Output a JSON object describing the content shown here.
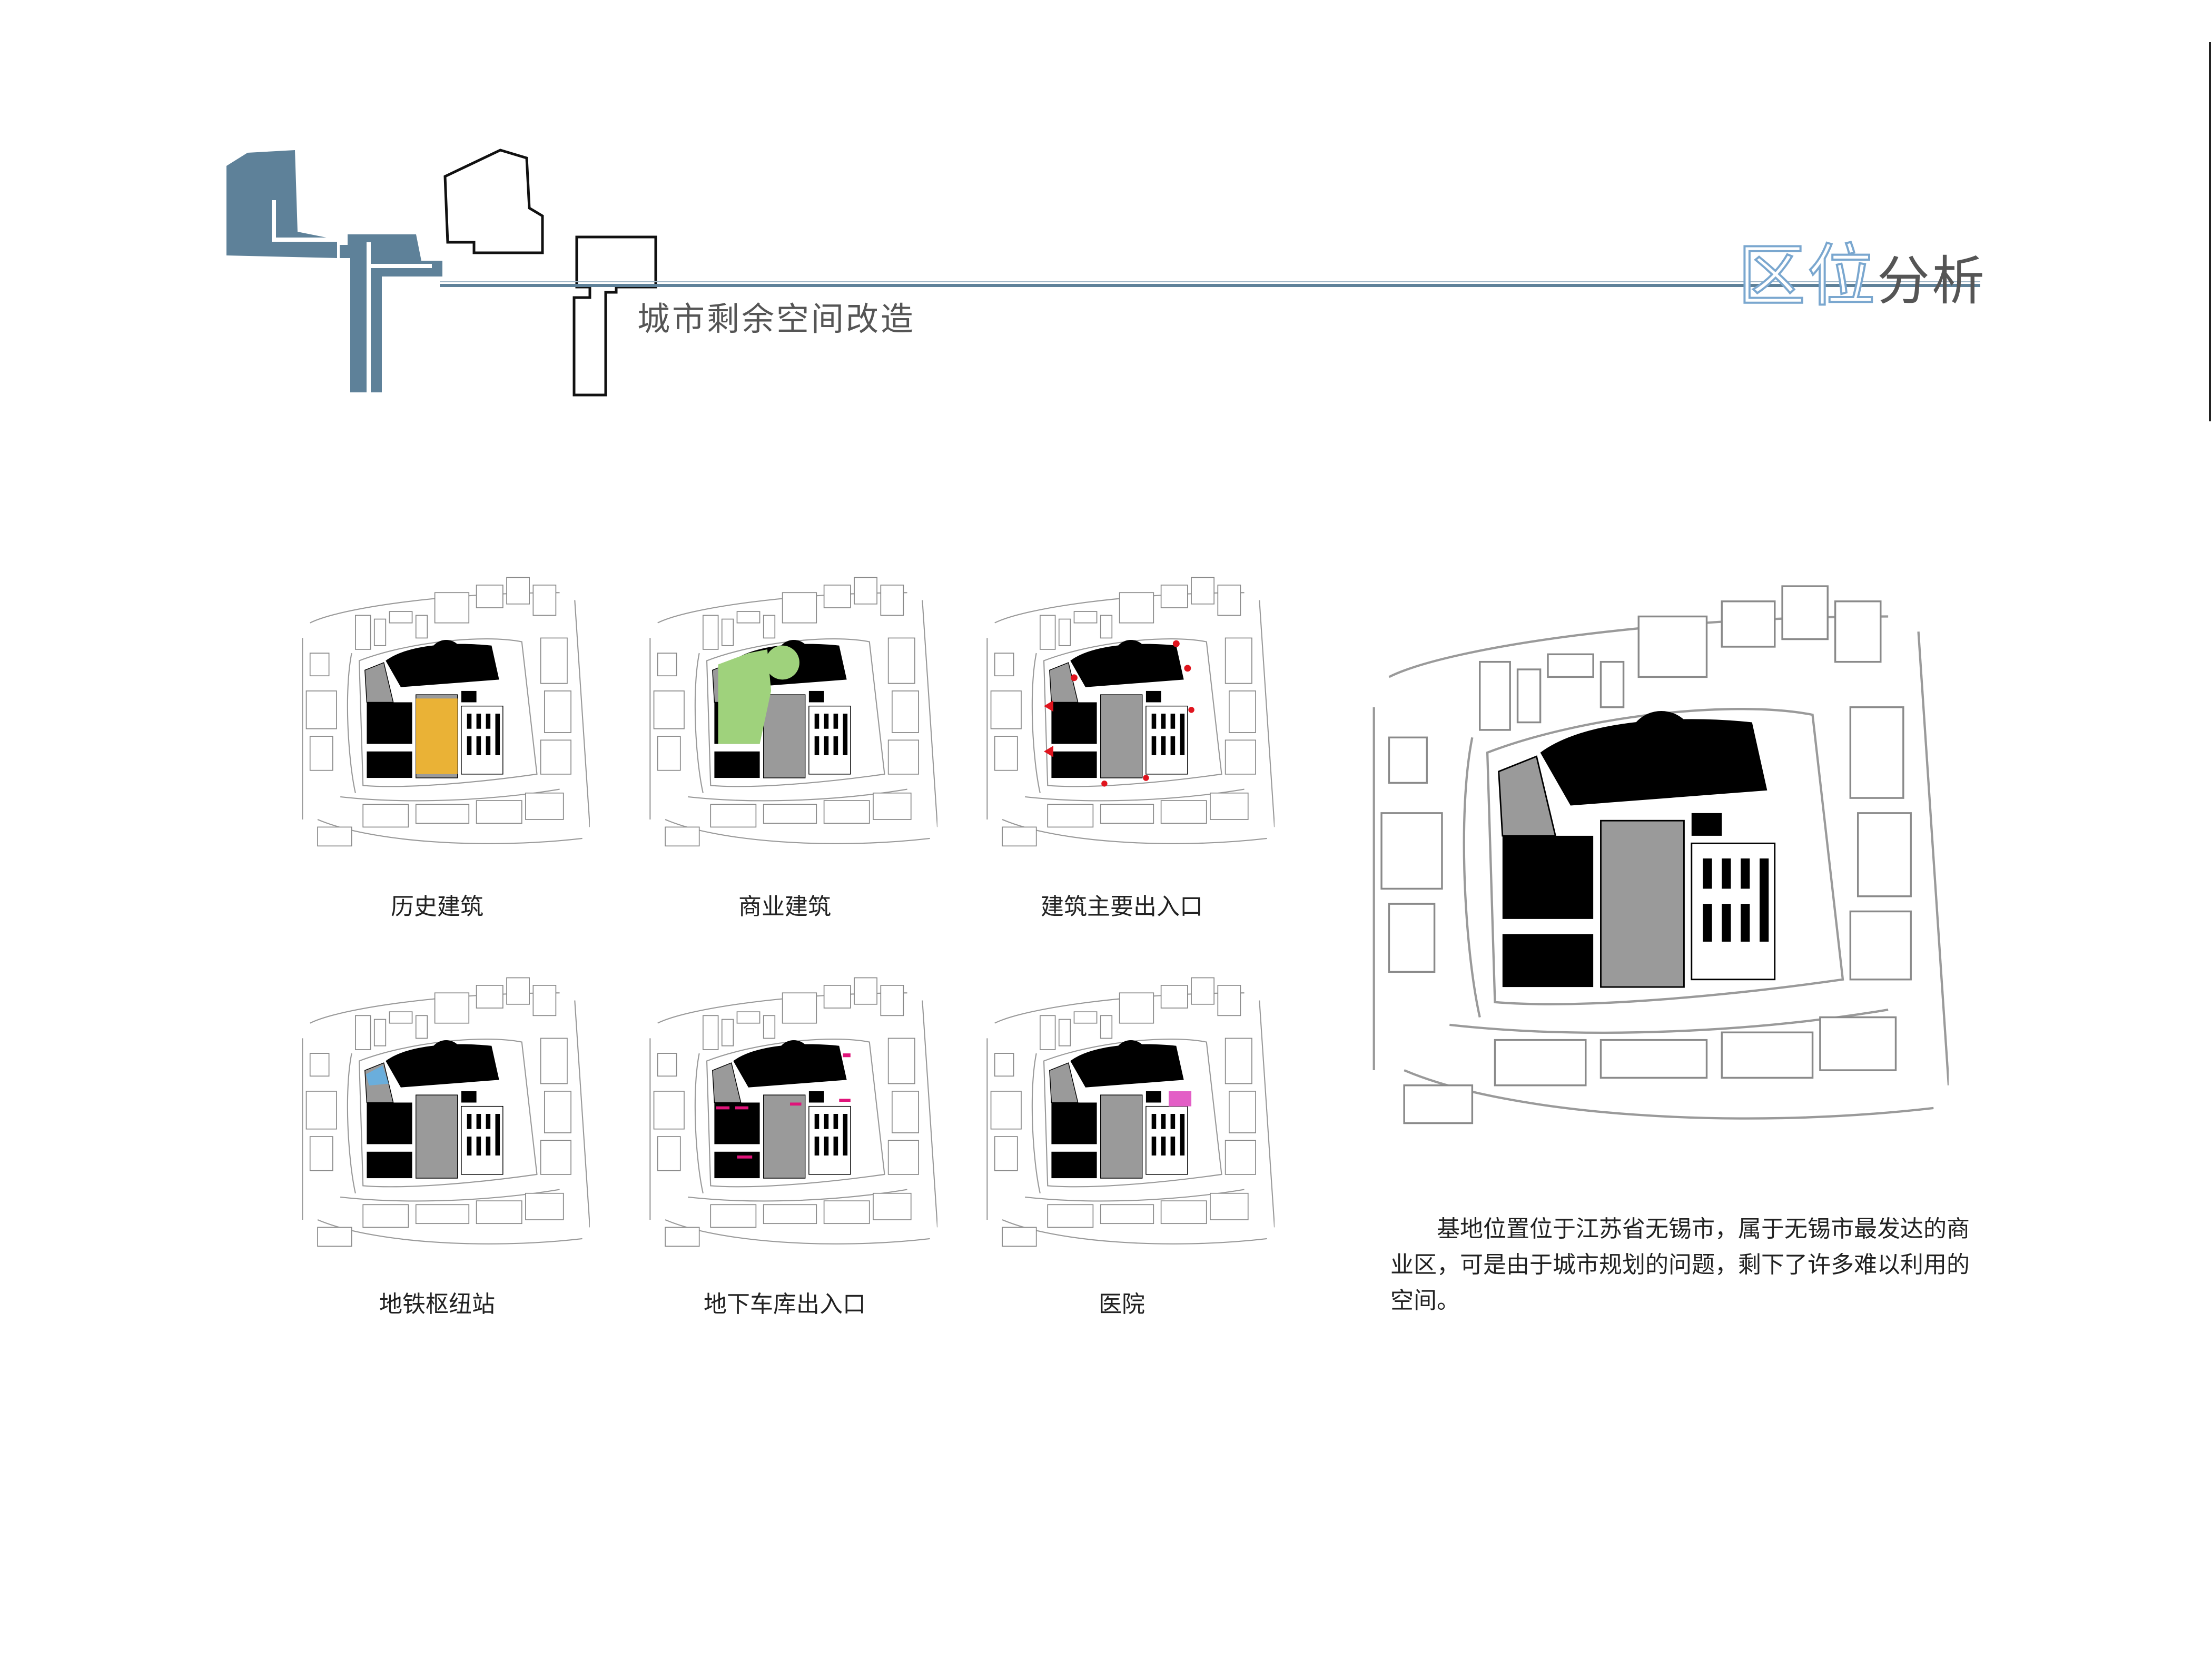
{
  "header": {
    "subtitle": "城市剩余空间改造",
    "title_highlight": "区位",
    "title_rest": "分析"
  },
  "colors": {
    "accent_blue": "#5e8199",
    "title_outline": "#7aa7cf",
    "heritage": "#f3b52b",
    "commercial": "#9fd27c",
    "entrance": "#e0141e",
    "metro": "#6aaedc",
    "parking": "#e0147a",
    "hospital": "#e35ec6"
  },
  "thumbnails": [
    {
      "label": "历史建筑",
      "overlay": "heritage"
    },
    {
      "label": "商业建筑",
      "overlay": "commercial"
    },
    {
      "label": "建筑主要出入口",
      "overlay": "entrance"
    },
    {
      "label": "地铁枢纽站",
      "overlay": "metro"
    },
    {
      "label": "地下车库出入口",
      "overlay": "parking"
    },
    {
      "label": "医院",
      "overlay": "hospital"
    }
  ],
  "description": "基地位置位于江苏省无锡市，属于无锡市最发达的商业区，可是由于城市规划的问题，剩下了许多难以利用的空间。"
}
